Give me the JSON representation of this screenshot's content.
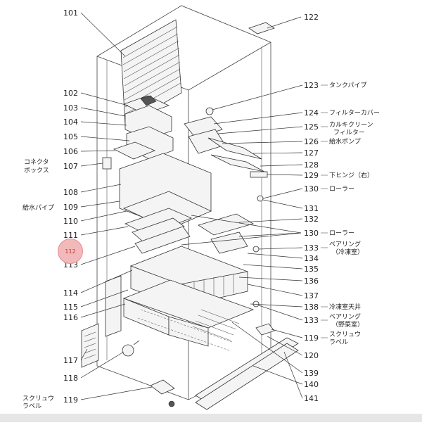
{
  "callouts": [
    {
      "num": "101",
      "side": "left"
    },
    {
      "num": "102",
      "side": "left"
    },
    {
      "num": "103",
      "side": "left"
    },
    {
      "num": "104",
      "side": "left"
    },
    {
      "num": "105",
      "side": "left"
    },
    {
      "num": "106",
      "side": "left"
    },
    {
      "num": "107",
      "side": "left",
      "name": "コネクタ\nボックス"
    },
    {
      "num": "108",
      "side": "left"
    },
    {
      "num": "109",
      "side": "left",
      "name": "給水パイプ"
    },
    {
      "num": "110",
      "side": "left"
    },
    {
      "num": "111",
      "side": "left"
    },
    {
      "num": "113",
      "side": "left"
    },
    {
      "num": "114",
      "side": "left"
    },
    {
      "num": "115",
      "side": "left"
    },
    {
      "num": "116",
      "side": "left"
    },
    {
      "num": "117",
      "side": "left"
    },
    {
      "num": "118",
      "side": "left"
    },
    {
      "num": "119",
      "side": "left",
      "name": "スクリュウ\nラベル"
    },
    {
      "num": "122",
      "side": "right"
    },
    {
      "num": "123",
      "side": "right",
      "name": "タンクパイプ"
    },
    {
      "num": "124",
      "side": "right",
      "name": "フィルターカバー"
    },
    {
      "num": "125",
      "side": "right",
      "name": "カルキクリーン\nフィルター"
    },
    {
      "num": "126",
      "side": "right",
      "name": "給水ポンプ"
    },
    {
      "num": "127",
      "side": "right"
    },
    {
      "num": "128",
      "side": "right"
    },
    {
      "num": "129",
      "side": "right",
      "name": "下ヒンジ（右）"
    },
    {
      "num": "130",
      "side": "right",
      "name": "ローラー"
    },
    {
      "num": "131",
      "side": "right"
    },
    {
      "num": "132",
      "side": "right"
    },
    {
      "num": "130",
      "side": "right",
      "name": "ローラー"
    },
    {
      "num": "133",
      "side": "right",
      "name": "ベアリング\n（冷凍室）"
    },
    {
      "num": "134",
      "side": "right"
    },
    {
      "num": "135",
      "side": "right"
    },
    {
      "num": "136",
      "side": "right"
    },
    {
      "num": "137",
      "side": "right"
    },
    {
      "num": "138",
      "side": "right",
      "name": "冷凍室天井"
    },
    {
      "num": "133",
      "side": "right",
      "name": "ベアリング\n（野菜室）"
    },
    {
      "num": "119",
      "side": "right",
      "name": "スクリュウ\nラベル"
    },
    {
      "num": "120",
      "side": "right"
    },
    {
      "num": "139",
      "side": "right"
    },
    {
      "num": "140",
      "side": "right"
    },
    {
      "num": "141",
      "side": "right"
    }
  ],
  "highlight": {
    "label": "112",
    "color": "#f2b9bb"
  }
}
